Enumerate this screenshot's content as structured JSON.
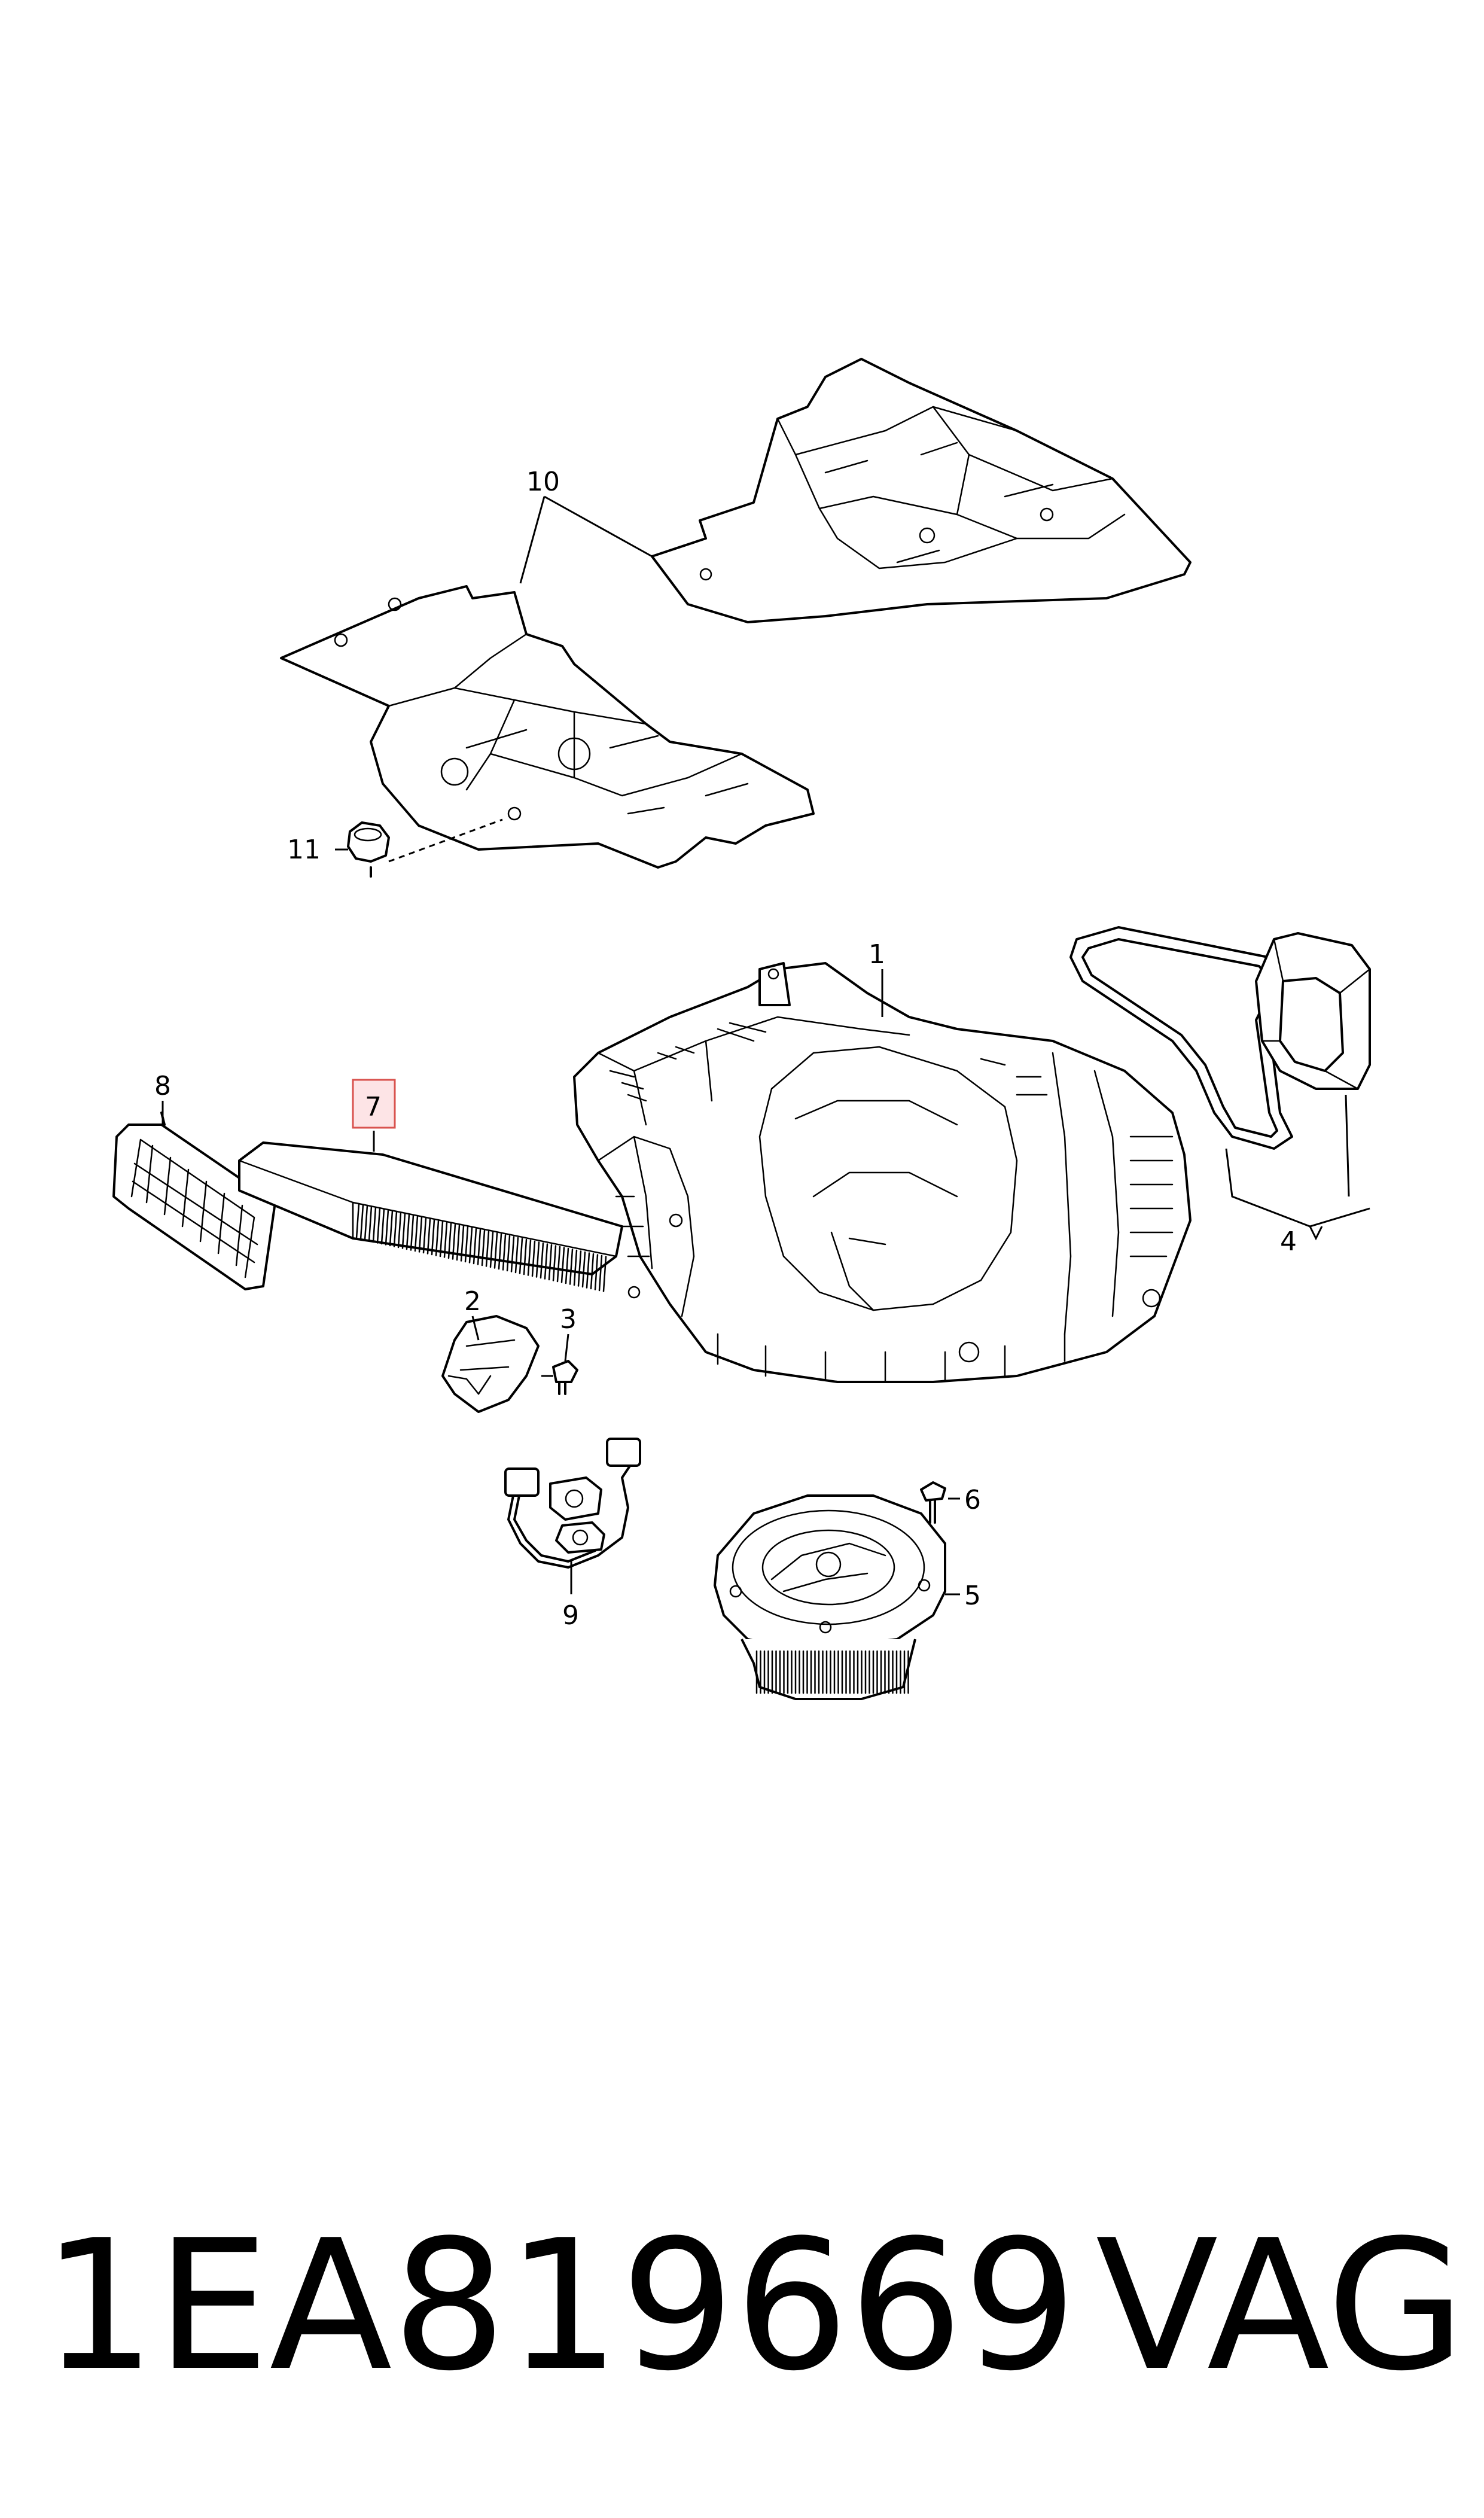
{
  "callouts": [
    {
      "id": "1",
      "label": "1"
    },
    {
      "id": "2",
      "label": "2"
    },
    {
      "id": "3",
      "label": "3"
    },
    {
      "id": "4",
      "label": "4"
    },
    {
      "id": "5",
      "label": "5"
    },
    {
      "id": "6",
      "label": "6"
    },
    {
      "id": "7",
      "label": "7",
      "highlighted": true
    },
    {
      "id": "8",
      "label": "8"
    },
    {
      "id": "9",
      "label": "9"
    },
    {
      "id": "10",
      "label": "10"
    },
    {
      "id": "11",
      "label": "11"
    }
  ],
  "footer": {
    "part_number": "1EA819669",
    "brand": "VAG"
  },
  "colors": {
    "line": "#000000",
    "highlight_fill": "#fde4e6",
    "highlight_border": "#d9534f",
    "background": "#ffffff"
  }
}
